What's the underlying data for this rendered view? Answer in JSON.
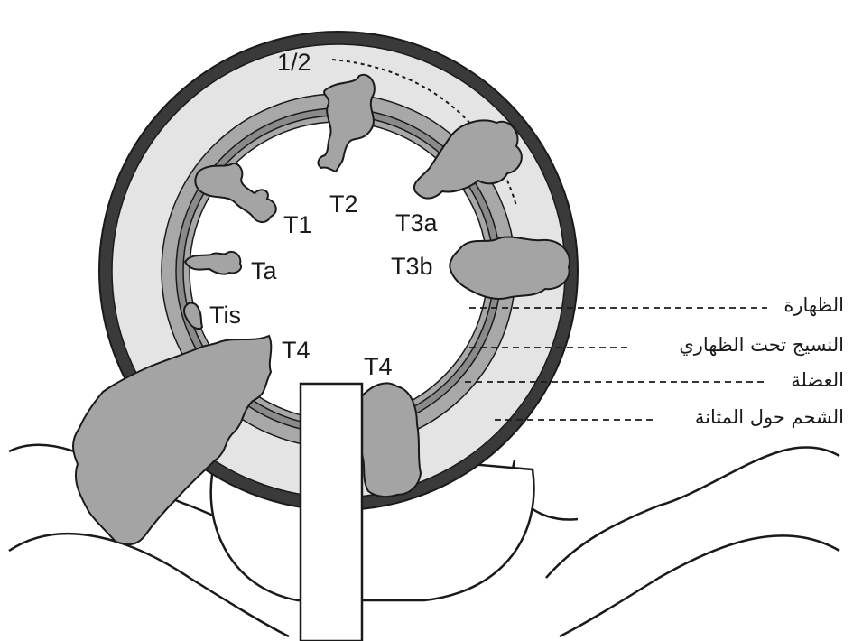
{
  "stage_labels": {
    "half": "1/2",
    "t1": "T1",
    "t2": "T2",
    "t3a": "T3a",
    "t3b": "T3b",
    "ta": "Ta",
    "tis": "Tis",
    "t4_left": "T4",
    "t4_right": "T4"
  },
  "layer_labels": {
    "epithelium": "الظهارة",
    "subepithelial": "النسيج تحت الظهاري",
    "muscle": "العضلة",
    "perivesical_fat": "الشحم حول المثانة"
  },
  "colors": {
    "outer_ring": "#3a3a3a",
    "fat_layer": "#e4e4e4",
    "muscle_layer": "#a8a8a8",
    "tumor": "#a4a4a4",
    "outline": "#1a1a1a"
  }
}
